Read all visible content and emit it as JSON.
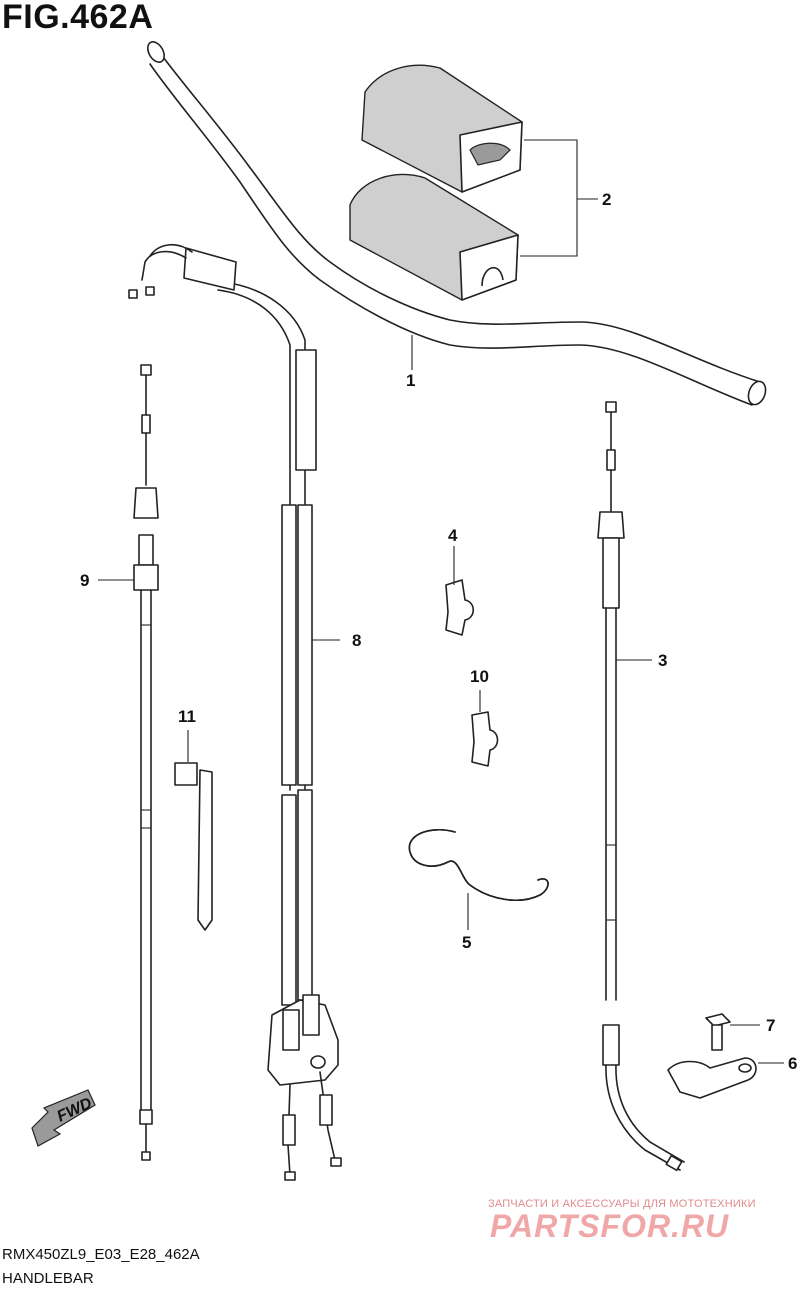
{
  "figure": {
    "title": "FIG.462A",
    "model_code": "RMX450ZL9_E03_E28_462A",
    "section_name": "HANDLEBAR"
  },
  "callouts": {
    "c1": "1",
    "c2": "2",
    "c3": "3",
    "c4": "4",
    "c5": "5",
    "c6": "6",
    "c7": "7",
    "c8": "8",
    "c9": "9",
    "c10": "10",
    "c11": "11"
  },
  "direction_arrow": {
    "label": "FWD",
    "icon": "forward-arrow-icon"
  },
  "watermark": {
    "tagline": "ЗАПЧАСТИ И АКСЕССУАРЫ ДЛЯ МОТОТЕХНИКИ",
    "logo_text": "PARTSFOR.RU",
    "color": "#f0a7a7"
  }
}
